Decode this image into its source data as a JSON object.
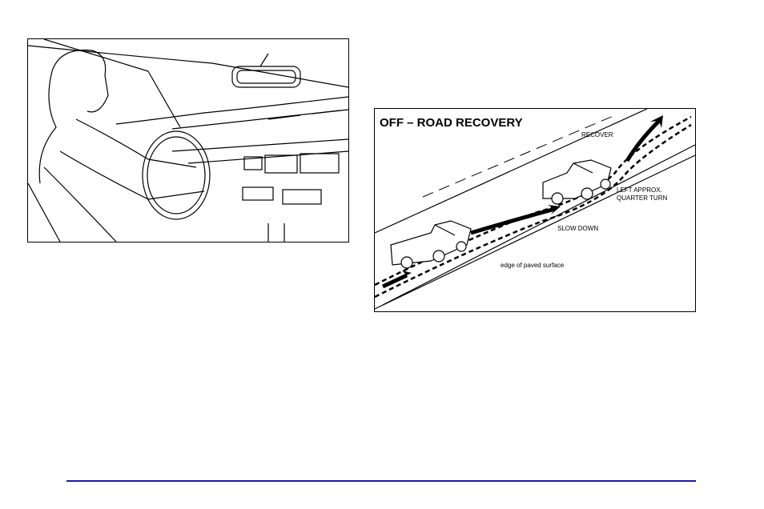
{
  "figures": {
    "recovery": {
      "title": "OFF – ROAD RECOVERY",
      "labels": {
        "recover": "RECOVER",
        "left_turn_1": "LEFT APPROX.",
        "left_turn_2": "QUARTER TURN",
        "slow_down": "SLOW DOWN",
        "edge": "edge of paved surface"
      }
    }
  },
  "colors": {
    "rule": "#1a1aa6"
  }
}
